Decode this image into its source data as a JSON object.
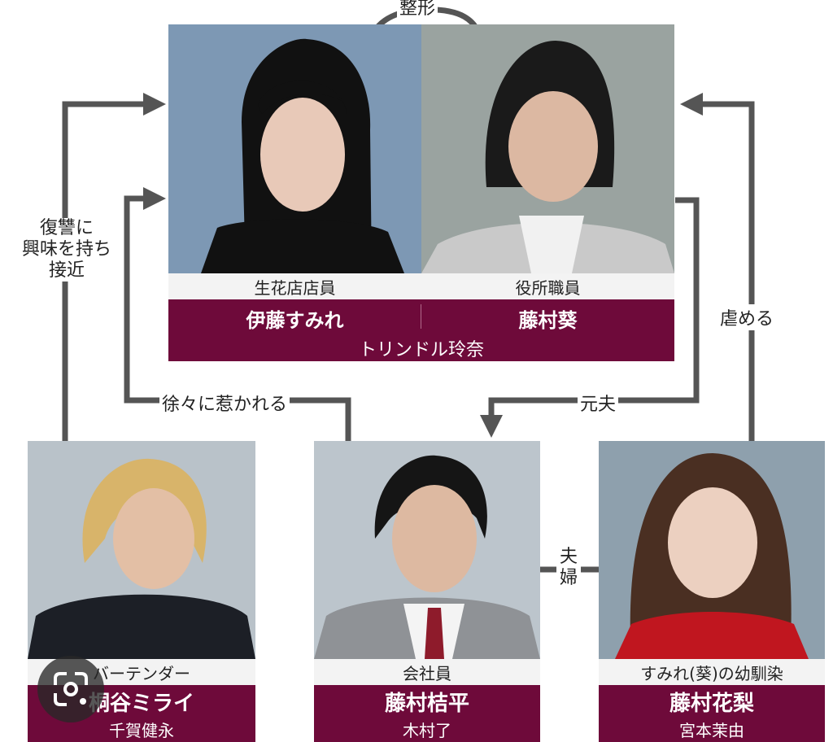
{
  "colors": {
    "band": "#6e0a3a",
    "arrow": "#555555",
    "role_bg": "#f3f3f3"
  },
  "top": {
    "left": {
      "role": "生花店店員",
      "name": "伊藤すみれ"
    },
    "right": {
      "role": "役所職員",
      "name": "藤村葵"
    },
    "actor": "トリンドル玲奈"
  },
  "bottom": [
    {
      "role": "バーテンダー",
      "name": "桐谷ミライ",
      "actor": "千賀健永"
    },
    {
      "role": "会社員",
      "name": "藤村桔平",
      "actor": "木村了"
    },
    {
      "role": "すみれ(葵)の幼馴染",
      "name": "藤村花梨",
      "actor": "宮本茉由"
    }
  ],
  "relations": {
    "seikei": "整形",
    "revenge_lines": [
      "復讐に",
      "興味を持ち",
      "接近"
    ],
    "attracted": "徐々に惹かれる",
    "ex_husband": "元夫",
    "bully": "虐める",
    "couple_lines": [
      "夫",
      "婦"
    ]
  },
  "overlay_icon": "lens-icon"
}
